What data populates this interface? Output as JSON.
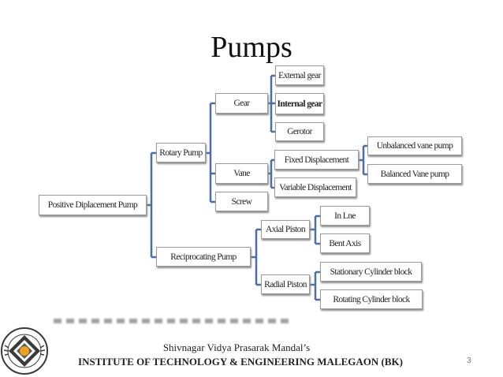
{
  "slide": {
    "title": "Pumps",
    "page_number": "3",
    "footer": {
      "line1": "Shivnagar Vidya Prasarak Mandal’s",
      "line2": "INSTITUTE OF TECHNOLOGY & ENGINEERING MALEGAON (BK)"
    },
    "logo": {
      "name": "institute-logo-icon"
    },
    "colors": {
      "connector": "#4a6fa5",
      "logo_orange": "#f0a020",
      "logo_dark": "#3a3a3a"
    }
  },
  "diagram": {
    "root": "Positive Diplacement Pump",
    "rotary": "Rotary Pump",
    "reciprocating": "Reciprocating Pump",
    "gear": "Gear",
    "vane": "Vane",
    "screw": "Screw",
    "external_gear": "External gear",
    "internal_gear": "Internal gear",
    "gerotor": "Gerotor",
    "fixed_displacement": "Fixed Displacement",
    "variable_displacement": "Variable Displacement",
    "unbalanced_vane": "Unbalanced vane pump",
    "balanced_vane": "Balanced Vane pump",
    "axial_piston": "Axial Piston",
    "radial_piston": "Radial Piston",
    "in_line": "In Lne",
    "bent_axis": "Bent Axis",
    "stationary_cylinder": "Stationary Cylinder block",
    "rotating_cylinder": "Rotating  Cylinder block"
  }
}
